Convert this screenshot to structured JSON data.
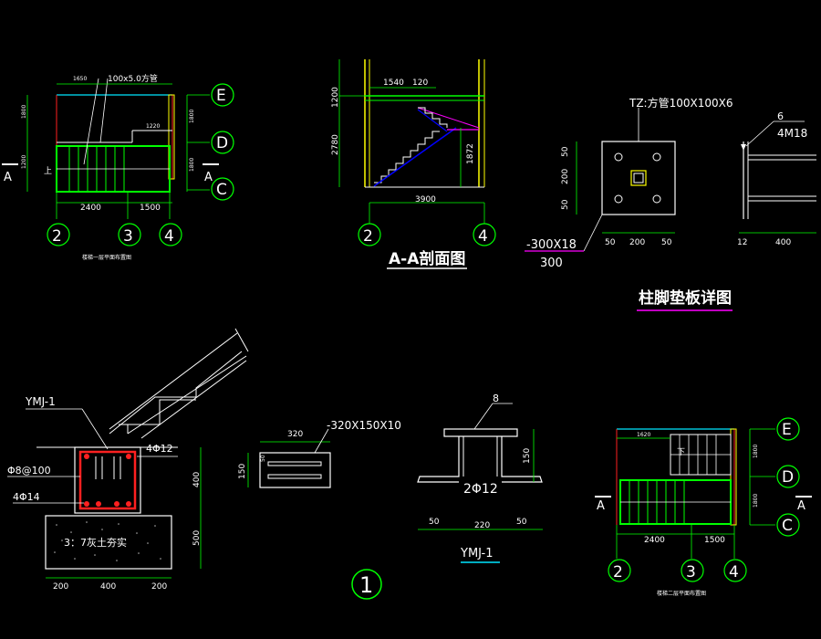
{
  "palette": {
    "background": "#000000",
    "grid_green": "#00ff00",
    "wall_yellow": "#ffff00",
    "steel_red": "#ff2020",
    "magenta": "#ff00ff",
    "cyan": "#00e5ff",
    "white": "#ffffff"
  },
  "plan1": {
    "dims_top": [
      "1650",
      "100x5.0方管"
    ],
    "dim_left": [
      "1800",
      "1200"
    ],
    "dim_right": [
      "1800",
      "1800"
    ],
    "dim_inner": "1220",
    "dims_bottom": [
      "2400",
      "1500"
    ],
    "axes_v": [
      "2",
      "3",
      "4"
    ],
    "axes_h": [
      "E",
      "D",
      "C"
    ],
    "stair_up_label": "上",
    "section_mark": "A",
    "caption": "楼梯一层平面布置图"
  },
  "section_aa": {
    "dims_top": [
      "1540",
      "120"
    ],
    "dims_left": [
      "1200",
      "2780"
    ],
    "dim_right": "1872",
    "dim_bottom": "3900",
    "axes": [
      "2",
      "4"
    ],
    "title": "A-A剖面图"
  },
  "base_plate": {
    "member": "TZ:方管100X100X6",
    "dims_left": [
      "50",
      "200",
      "50"
    ],
    "dims_bottom": [
      "50",
      "200",
      "50"
    ],
    "plate": "-300X18",
    "plate_width": "300",
    "weld": "6",
    "bolts": "4M18",
    "side_dims": [
      "12",
      "400"
    ],
    "title": "柱脚垫板详图"
  },
  "foundation": {
    "beam": "YMJ-1",
    "stirrup": "Φ8@100",
    "top_bar": "4Φ12",
    "bottom_bar": "4Φ14",
    "height_beam": "400",
    "height_base": "500",
    "base_label": "3：7灰土夯实",
    "widths": [
      "200",
      "400",
      "200"
    ]
  },
  "plate_detail": {
    "label": "-320X150X10",
    "width": "320",
    "height": "150",
    "offset": "50"
  },
  "ymj": {
    "weld": "8",
    "rebar": "2Φ12",
    "height": "150",
    "dims": [
      "50",
      "220",
      "50"
    ],
    "title": "YMJ-1"
  },
  "plan2": {
    "dim_top": "1620",
    "dim_right": [
      "1800",
      "1800"
    ],
    "dims_bottom": [
      "2400",
      "1500"
    ],
    "axes_v": [
      "2",
      "3",
      "4"
    ],
    "axes_h": [
      "E",
      "D",
      "C"
    ],
    "stair_down_label": "下",
    "section_mark": "A",
    "caption": "楼梯二层平面布置图"
  },
  "sheet_number": "1"
}
